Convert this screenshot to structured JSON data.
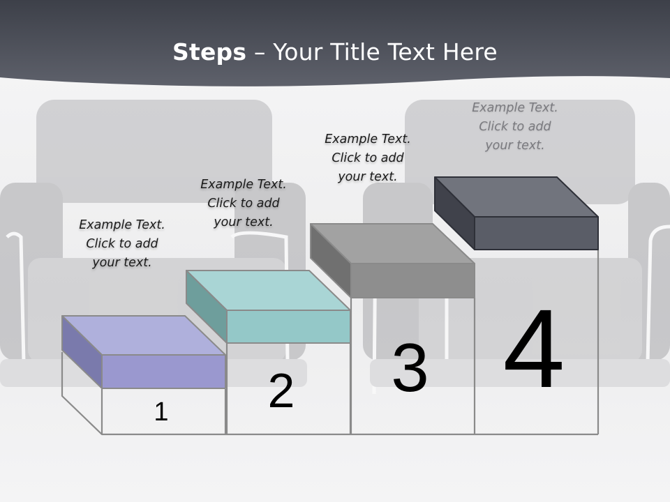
{
  "title": {
    "bold": "Steps",
    "rest": " – Your Title Text Here"
  },
  "steps": [
    {
      "number": "1",
      "color": "#a8a8d8",
      "caption": [
        "Example Text.",
        "Click  to add",
        "your text."
      ]
    },
    {
      "number": "2",
      "color": "#a8d4d4",
      "caption": [
        "Example Text.",
        "Click  to add",
        "your text."
      ]
    },
    {
      "number": "3",
      "color": "#999999",
      "caption": [
        "Example Text.",
        "Click  to add",
        "your text."
      ]
    },
    {
      "number": "4",
      "color": "#5a5d67",
      "caption": [
        "Example Text.",
        "Click  to add",
        "your text."
      ]
    }
  ],
  "colors": {
    "header": "#4a4d57",
    "outline": "#8a8a8a"
  }
}
